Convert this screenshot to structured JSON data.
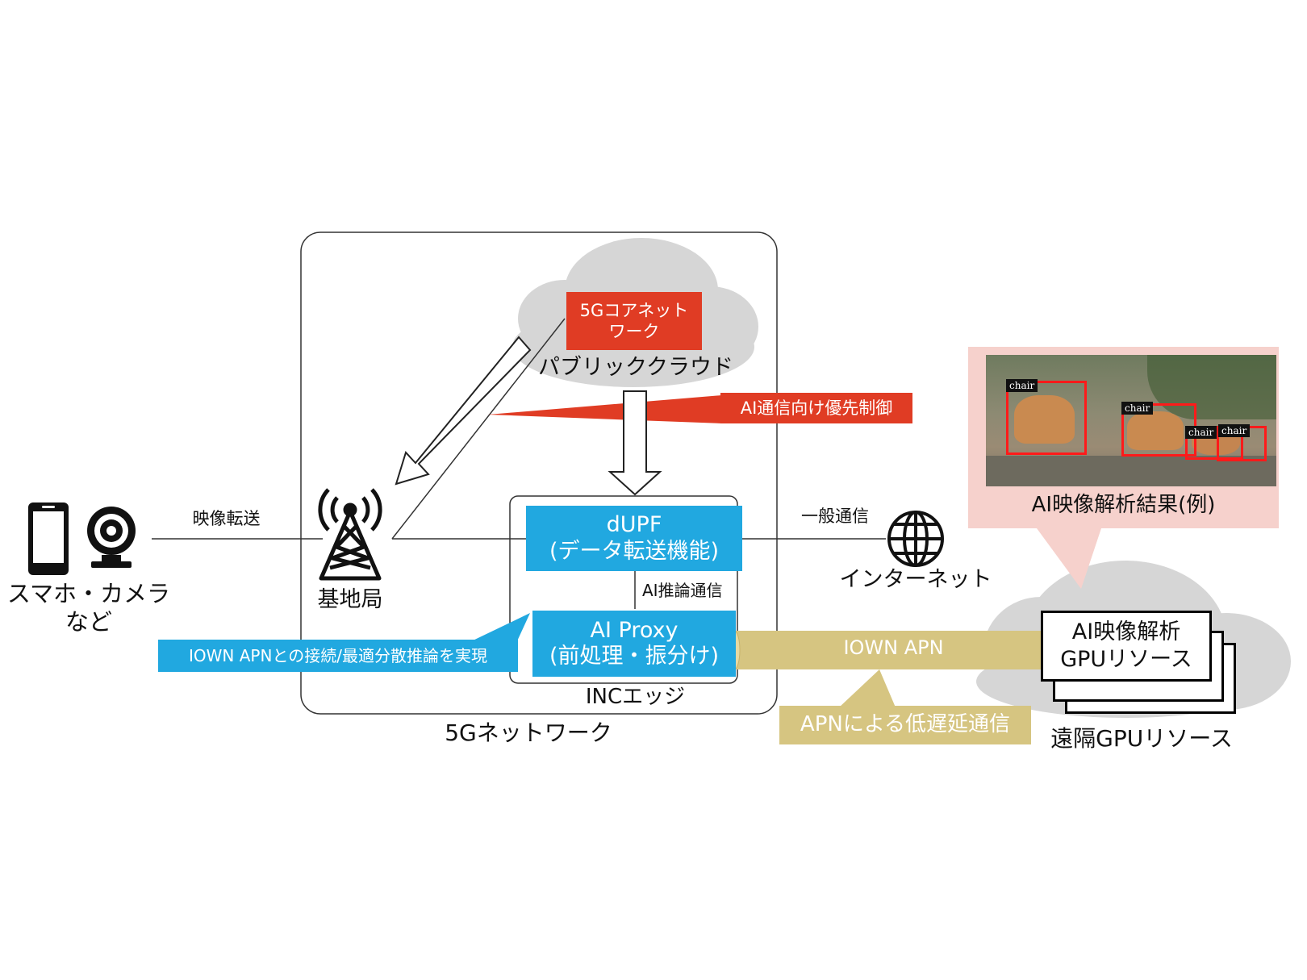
{
  "nodes": {
    "devices_label": [
      "スマホ・カメラ",
      "など"
    ],
    "base_station_label": "基地局",
    "video_transfer_label": "映像転送",
    "network_5g_label": "5Gネットワーク",
    "core_network_label": [
      "5Gコアネット",
      "ワーク"
    ],
    "public_cloud_label": "パブリッククラウド",
    "priority_control_label": "AI通信向け優先制御",
    "inc_edge_label": "INCエッジ",
    "dupf_label": [
      "dUPF",
      "(データ転送機能)"
    ],
    "ai_inference_label": "AI推論通信",
    "ai_proxy_label": [
      "AI Proxy",
      "(前処理・振分け)"
    ],
    "iown_connect_label": "IOWN APNとの接続/最適分散推論を実現",
    "general_comm_label": "一般通信",
    "internet_label": "インターネット",
    "iown_apn_label": "IOWN APN",
    "apn_low_latency_label": "APNによる低遅延通信",
    "gpu_resource_label": [
      "AI映像解析",
      "GPUリソース"
    ],
    "remote_gpu_label": "遠隔GPUリソース",
    "analysis_result_label": "AI映像解析結果(例)",
    "detections": [
      "chair",
      "chair",
      "chair",
      "chair"
    ]
  },
  "colors": {
    "blue": "#21a8e0",
    "red": "#e03c24",
    "gold": "#d6c581",
    "cloud": "#d6d6d6",
    "pink": "#f6d1cc"
  }
}
